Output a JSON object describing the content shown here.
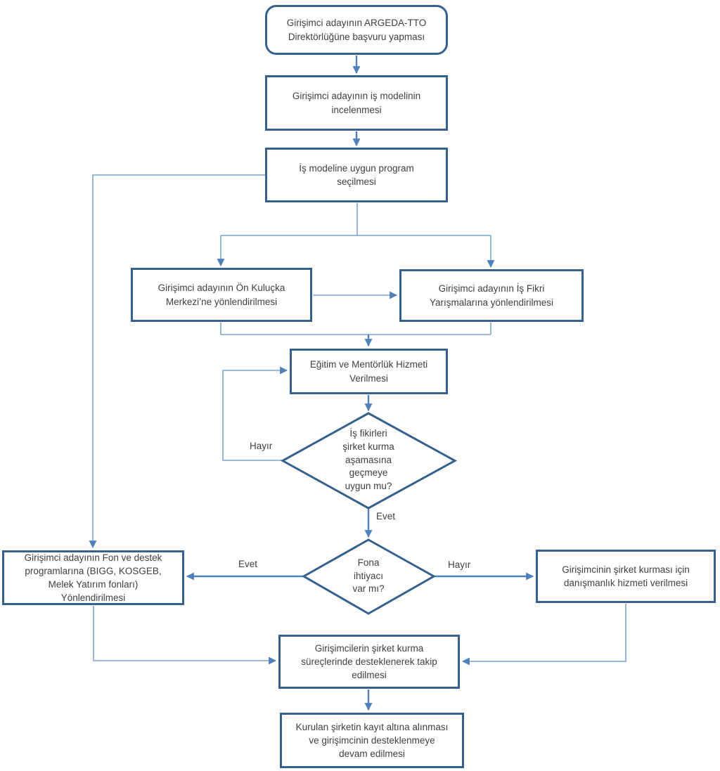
{
  "diagram": {
    "type": "flowchart",
    "language": "tr",
    "colors": {
      "accent": "#4f81bd",
      "node_border": "#36618e",
      "connector": "#7ea3cf",
      "text": "#404040",
      "background": "#ffffff"
    },
    "nodes": {
      "start": {
        "shape": "rounded-rectangle",
        "label": "Girişimci adayının ARGEDA-TTO\nDirektörlüğüne başvuru yapması"
      },
      "review": {
        "shape": "rectangle",
        "label": "Girişimci adayının iş modelinin\nincelenmesi"
      },
      "program": {
        "shape": "rectangle",
        "label": "İş modeline uygun program\nseçilmesi"
      },
      "incubation": {
        "shape": "rectangle",
        "label": "Girişimci adayının Ön Kuluçka\nMerkezi’ne yönlendirilmesi"
      },
      "competition": {
        "shape": "rectangle",
        "label": "Girişimci adayının İş Fikri\nYarışmalarına yönlendirilmesi"
      },
      "mentoring": {
        "shape": "rectangle",
        "label": "Eğitim ve Mentörlük Hizmeti\nVerilmesi"
      },
      "decision_ready": {
        "shape": "diamond",
        "label": "İş fikirleri\nşirket kurma\naşamasına\ngeçmeye\nuygun mu?"
      },
      "decision_fund": {
        "shape": "diamond",
        "label": "Fona\nihtiyacı\nvar mı?"
      },
      "funding": {
        "shape": "rectangle",
        "label": "Girişimci adayının Fon ve destek\nprogramlarına (BIGG, KOSGEB,\nMelek Yatırım fonları)\nYönlendirilmesi"
      },
      "consulting": {
        "shape": "rectangle",
        "label": "Girişimcinin şirket kurması için\ndanışmanlık hizmeti verilmesi"
      },
      "followup": {
        "shape": "rectangle",
        "label": "Girişimcilerin şirket kurma\nsüreçlerinde desteklenerek takip\nedilmesi"
      },
      "registration": {
        "shape": "rectangle",
        "label": "Kurulan şirketin kayıt altına alınması\nve girişimcinin desteklenmeye\ndevam edilmesi"
      }
    },
    "edge_labels": {
      "ready_no": "Hayır",
      "ready_yes": "Evet",
      "fund_yes": "Evet",
      "fund_no": "Hayır"
    }
  }
}
